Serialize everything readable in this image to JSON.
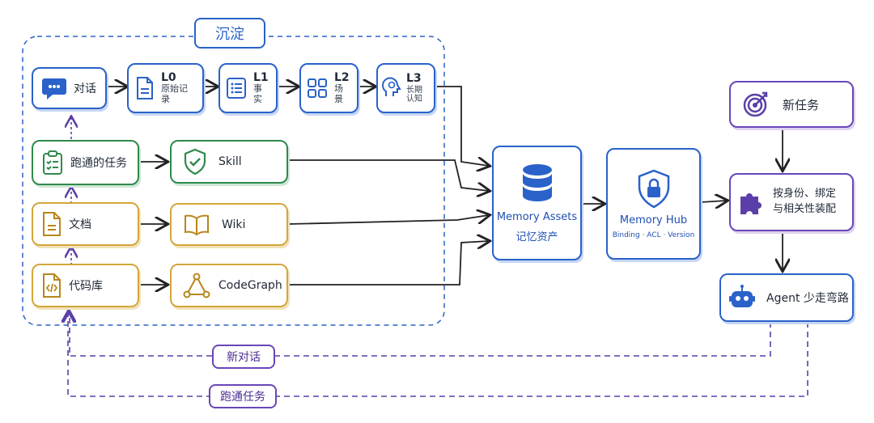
{
  "section_label": "沉淀",
  "chain": [
    {
      "title": "对话",
      "sub": ""
    },
    {
      "title": "L0",
      "sub": "原始记录"
    },
    {
      "title": "L1",
      "sub": "事实"
    },
    {
      "title": "L2",
      "sub": "场景"
    },
    {
      "title": "L3",
      "sub": "长期认知"
    }
  ],
  "sources": [
    {
      "label": "跑通的任务",
      "target": "Skill"
    },
    {
      "label": "文档",
      "target": "Wiki"
    },
    {
      "label": "代码库",
      "target": "CodeGraph"
    }
  ],
  "memory_assets": {
    "title": "Memory Assets",
    "subtitle": "记忆资产"
  },
  "memory_hub": {
    "title": "Memory Hub",
    "subtitle": "Binding · ACL · Version"
  },
  "new_task": "新任务",
  "assembly": {
    "line1": "按身份、绑定",
    "line2": "与相关性装配"
  },
  "agent": "Agent 少走弯路",
  "loops": {
    "new_dialog": "新对话",
    "run_task": "跑通任务"
  },
  "colors": {
    "blue": "#2a62c9",
    "green": "#2f8a4c",
    "gold": "#d3a63a",
    "purple": "#6a46b8"
  }
}
